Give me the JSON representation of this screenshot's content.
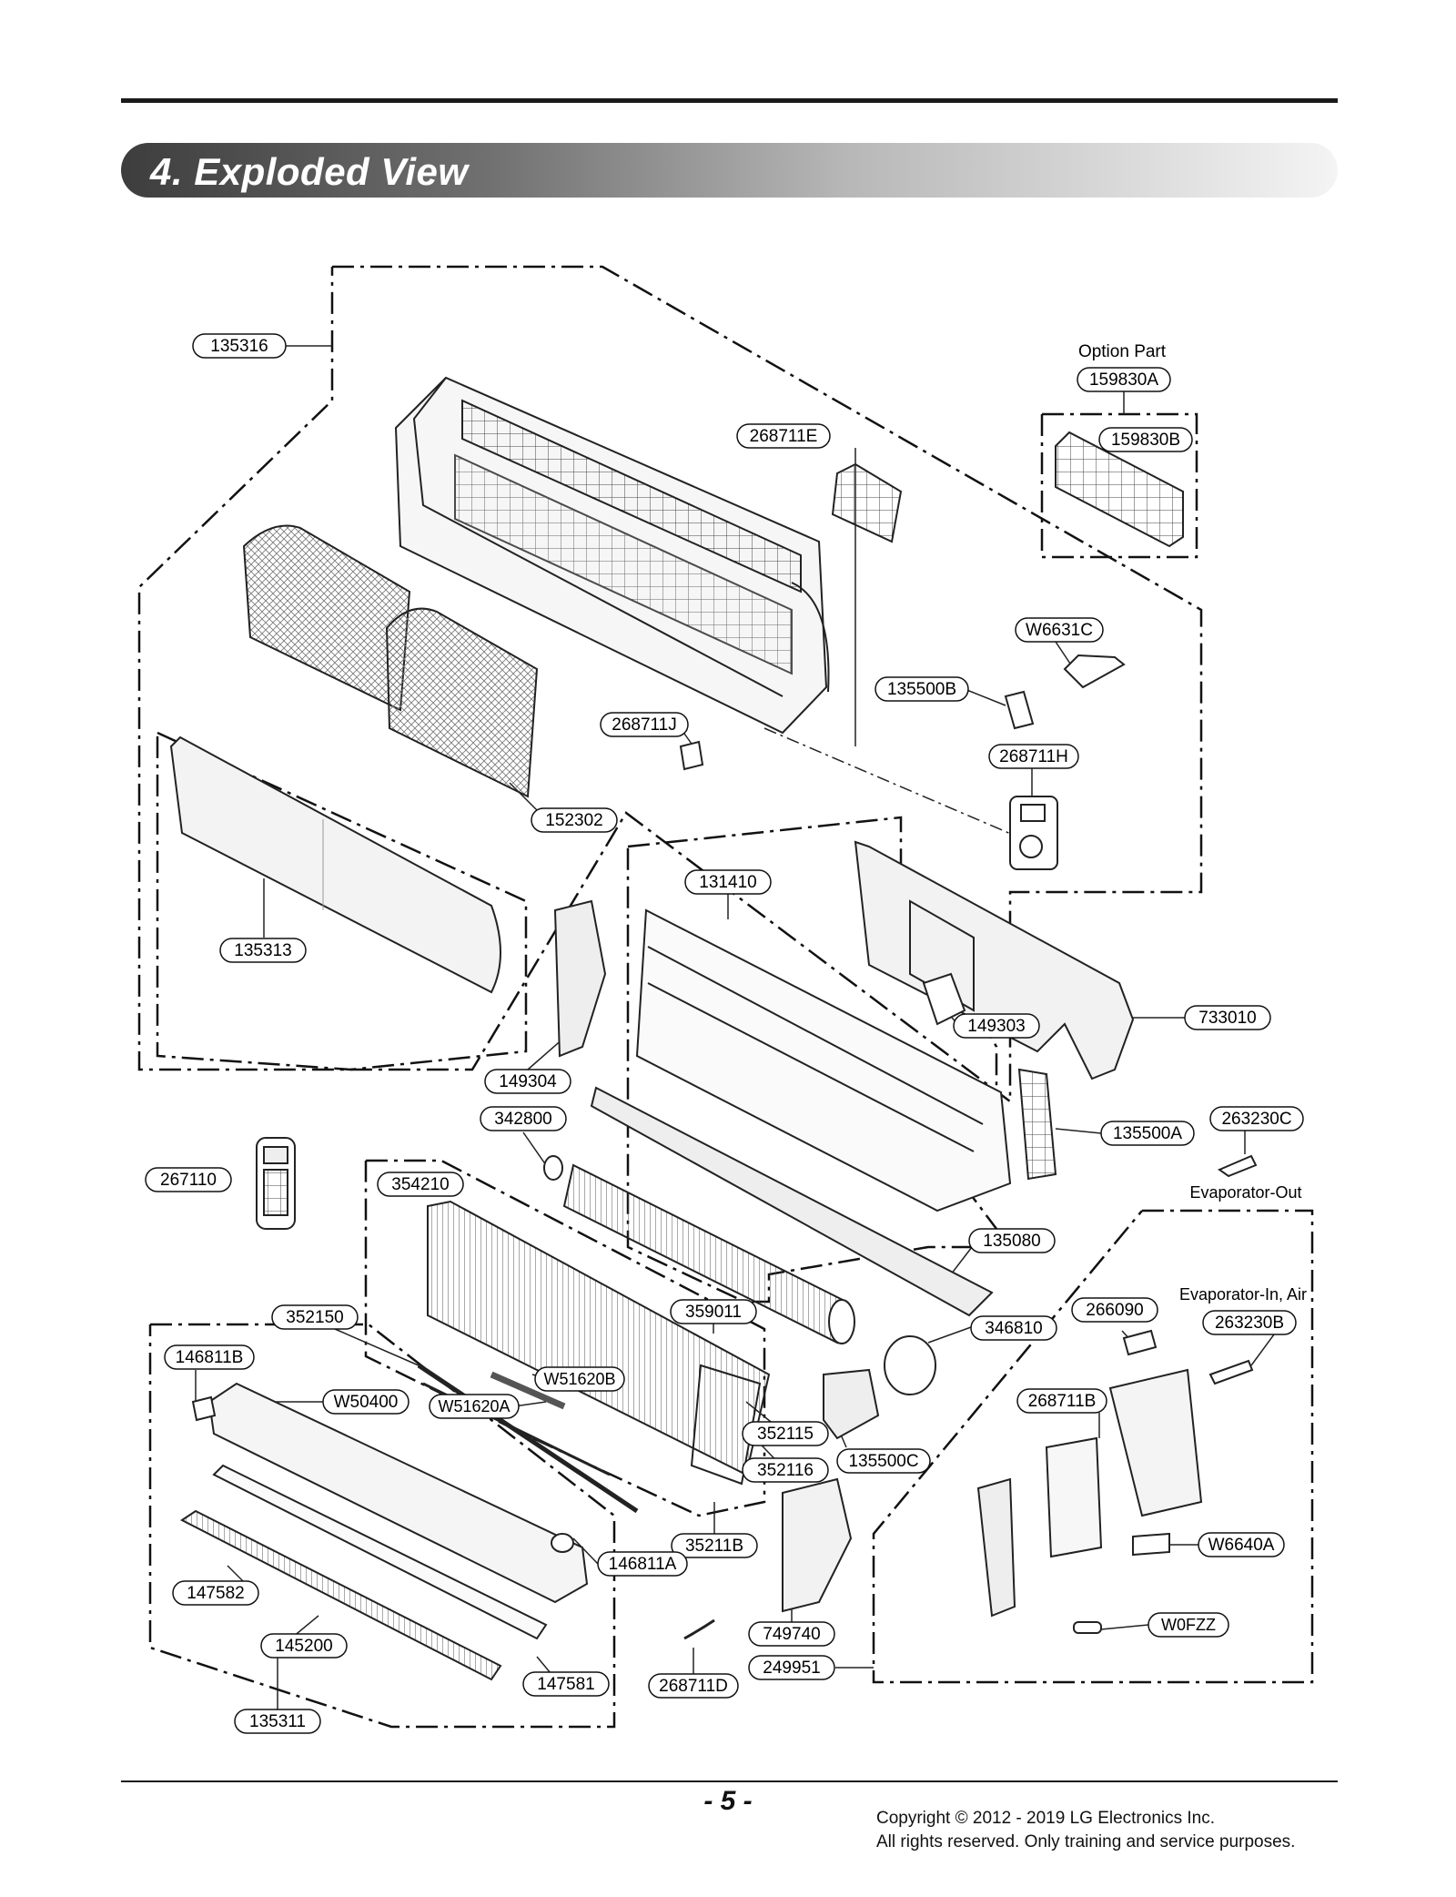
{
  "section": {
    "title": "4. Exploded View"
  },
  "notes": {
    "option_part": "Option Part",
    "evaporator_out": "Evaporator-Out",
    "evaporator_in_air": "Evaporator-In, Air"
  },
  "callouts": {
    "c135316": "135316",
    "c159830A": "159830A",
    "c159830B": "159830B",
    "c268711E": "268711E",
    "cW6631C": "W6631C",
    "c135500B": "135500B",
    "c268711J": "268711J",
    "c268711H": "268711H",
    "c152302": "152302",
    "c131410": "131410",
    "c135313": "135313",
    "c149303": "149303",
    "c733010": "733010",
    "c149304": "149304",
    "c342800": "342800",
    "c135500A": "135500A",
    "c263230C": "263230C",
    "c267110": "267110",
    "c354210": "354210",
    "c135080": "135080",
    "c266090": "266090",
    "c263230B": "263230B",
    "c359011": "359011",
    "c352150": "352150",
    "c346810": "346810",
    "c146811B": "146811B",
    "cW51620B": "W51620B",
    "cW50400": "W50400",
    "cW51620A": "W51620A",
    "c268711B": "268711B",
    "c352115": "352115",
    "c135500C": "135500C",
    "c352116": "352116",
    "c35211B": "35211B",
    "cW6640A": "W6640A",
    "c146811A": "146811A",
    "c147582": "147582",
    "cW0FZZ": "W0FZZ",
    "c145200": "145200",
    "c749740": "749740",
    "c249951": "249951",
    "c147581": "147581",
    "c268711D": "268711D",
    "c135311": "135311"
  },
  "footer": {
    "page_number": "- 5 -",
    "copyright_line1": "Copyright © 2012 - 2019 LG Electronics Inc.",
    "copyright_line2": "All rights reserved. Only training and service purposes."
  }
}
